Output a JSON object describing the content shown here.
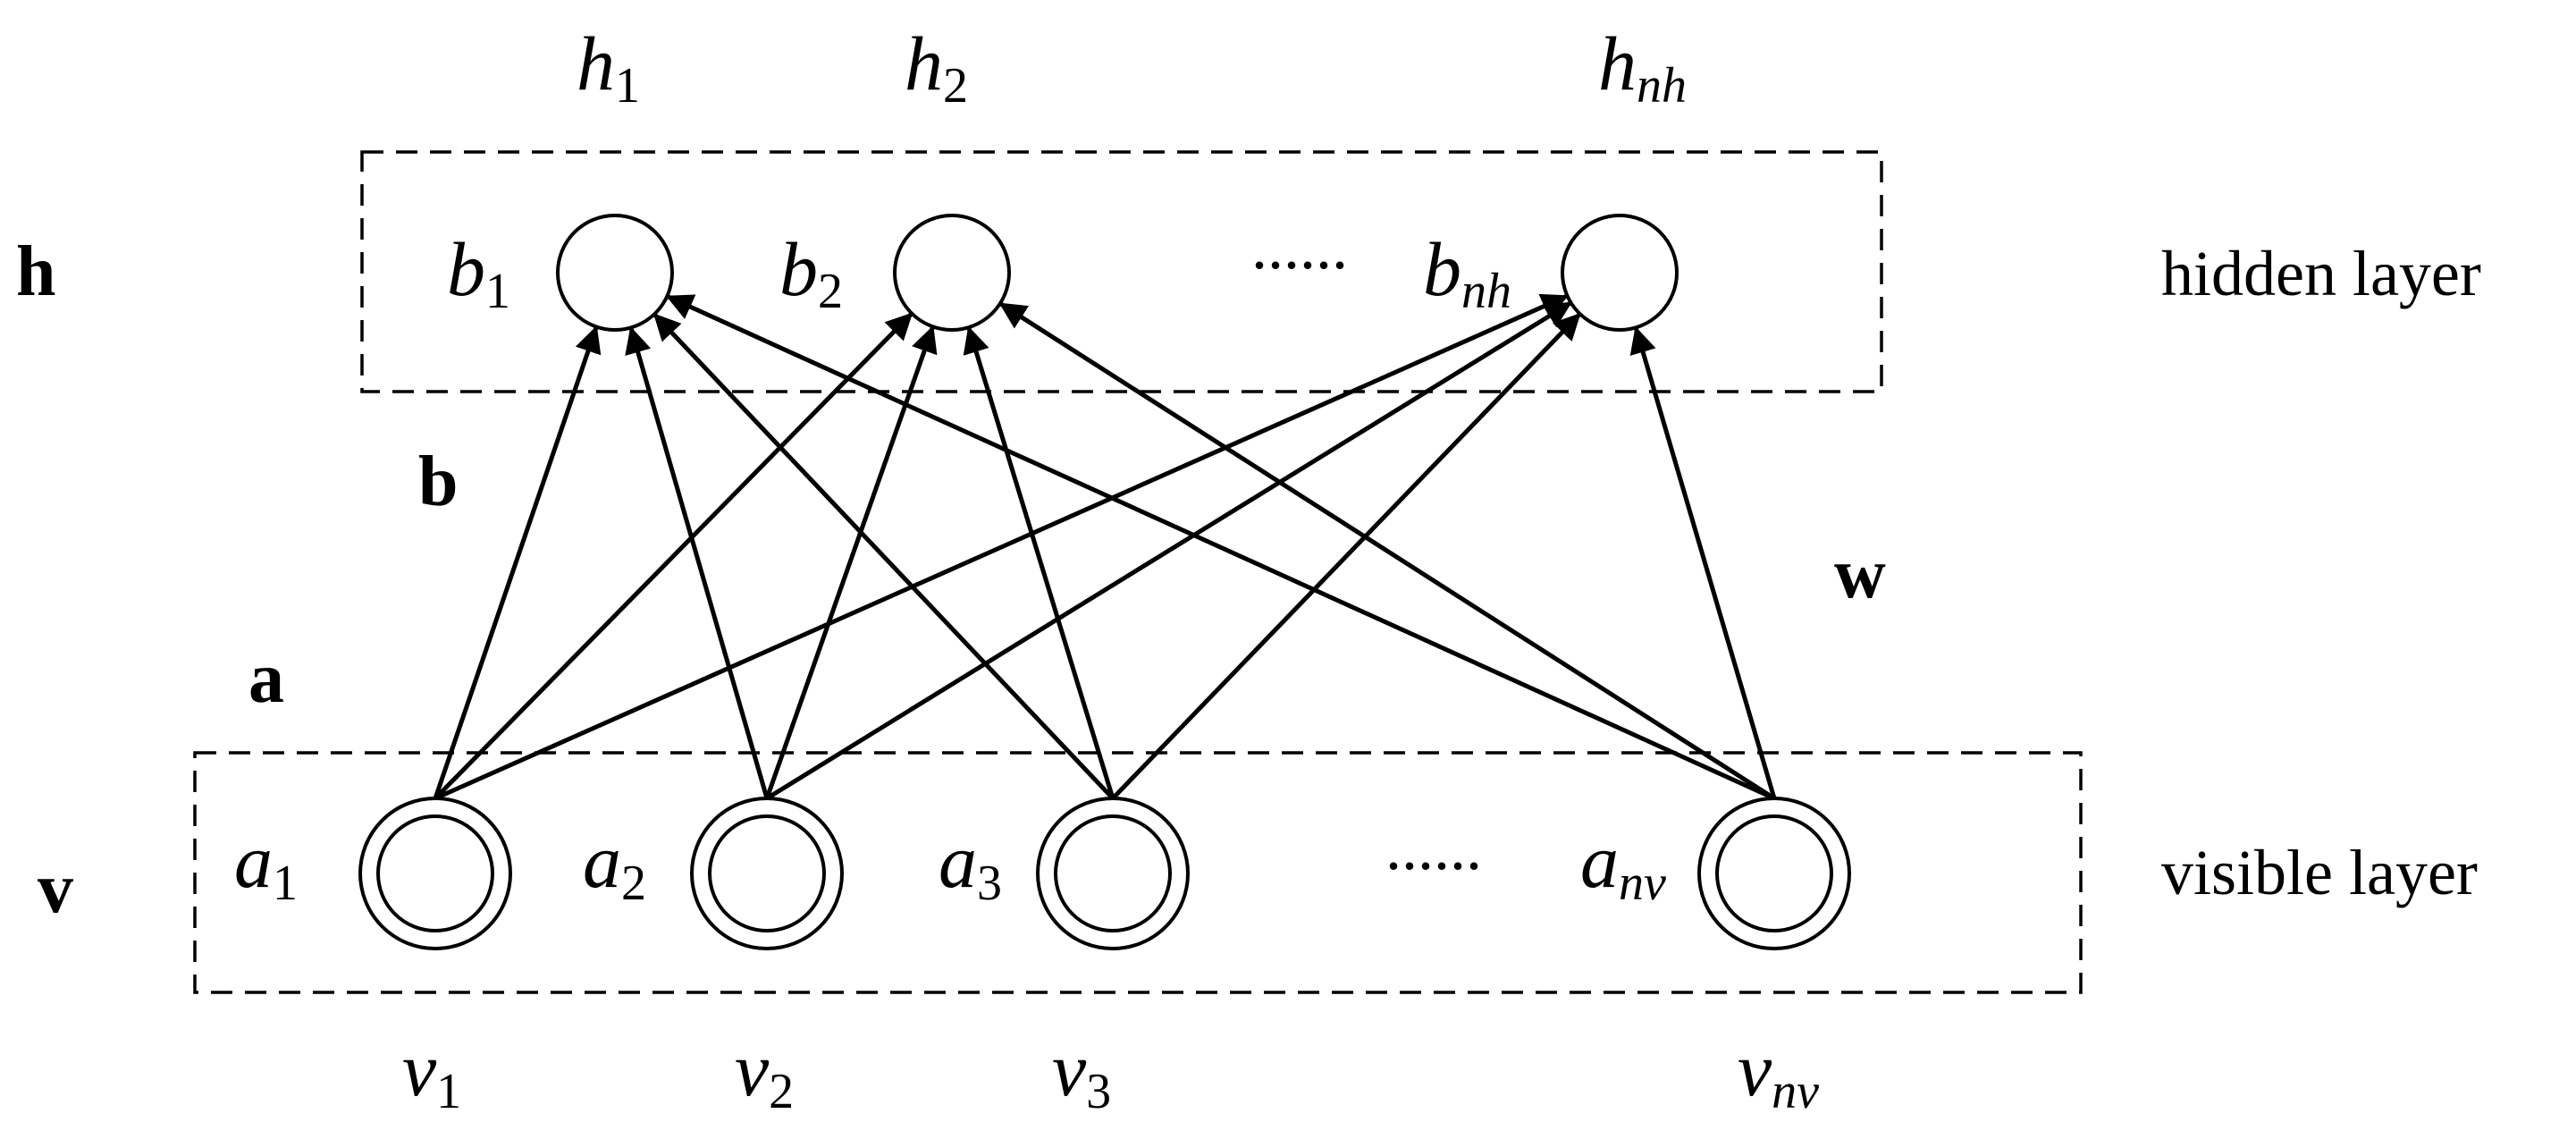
{
  "hidden_units": [
    {
      "var": "h",
      "sub": "1",
      "bias": "b",
      "bias_sub": "1"
    },
    {
      "var": "h",
      "sub": "2",
      "bias": "b",
      "bias_sub": "2"
    },
    {
      "var": "h",
      "sub": "nh",
      "bias": "b",
      "bias_sub": "nh"
    }
  ],
  "visible_units": [
    {
      "var": "v",
      "sub": "1",
      "bias": "a",
      "bias_sub": "1"
    },
    {
      "var": "v",
      "sub": "2",
      "bias": "a",
      "bias_sub": "2"
    },
    {
      "var": "v",
      "sub": "3",
      "bias": "a",
      "bias_sub": "3"
    },
    {
      "var": "v",
      "sub": "nv",
      "bias": "a",
      "bias_sub": "nv"
    }
  ],
  "labels": {
    "h": "h",
    "v": "v",
    "b": "b",
    "a": "a",
    "w": "w",
    "hidden_layer": "hidden layer",
    "visible_layer": "visible layer",
    "hidden_dots": "......",
    "visible_dots": "......"
  },
  "connections": "all visible units to all hidden units"
}
